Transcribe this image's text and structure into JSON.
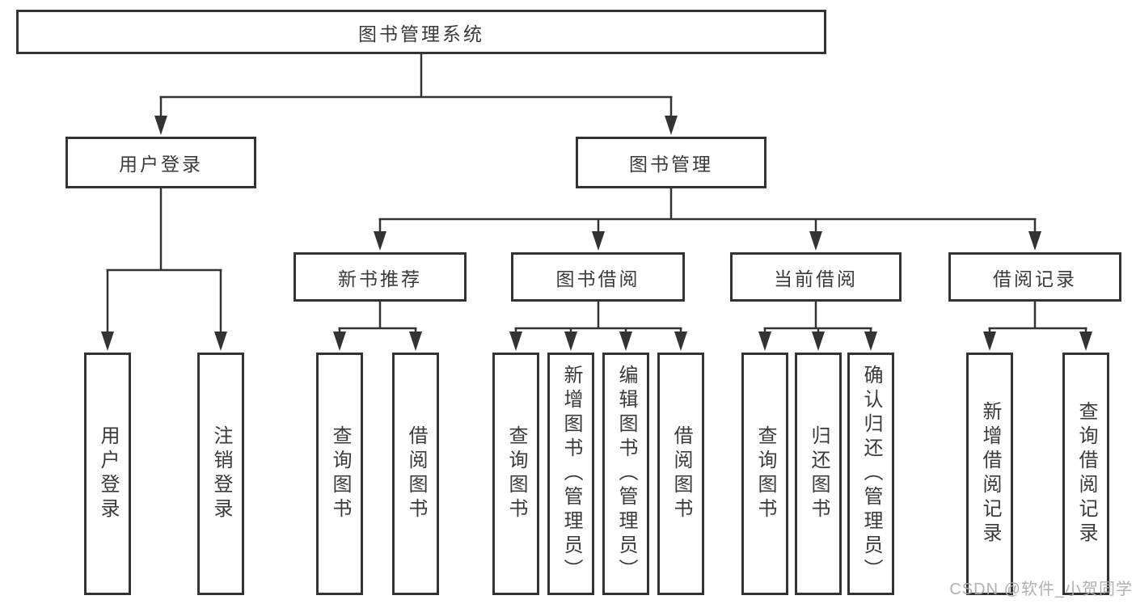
{
  "colors": {
    "line": "#333333",
    "box_border": "#333333",
    "box_fill": "#ffffff",
    "text": "#3a3a3a",
    "watermark": "#acacac",
    "background": "#ffffff"
  },
  "watermark": {
    "text": "CSDN @软件_小贺同学"
  },
  "nodes": {
    "root": "图书管理系统",
    "level2": [
      "用户登录",
      "图书管理"
    ],
    "level3": [
      "新书推荐",
      "图书借阅",
      "当前借阅",
      "借阅记录"
    ],
    "leaves_login": [
      "用户登录",
      "注销登录"
    ],
    "leaves_recommend": [
      "查询图书",
      "借阅图书"
    ],
    "leaves_borrow": [
      "查询图书",
      "新增图书（管理员）",
      "编辑图书（管理员）",
      "借阅图书"
    ],
    "leaves_current": [
      "查询图书",
      "归还图书",
      "确认归还（管理员）"
    ],
    "leaves_records": [
      "新增借阅记录",
      "查询借阅记录"
    ]
  },
  "hierarchy": {
    "图书管理系统": {
      "用户登录": [
        "用户登录",
        "注销登录"
      ],
      "图书管理": {
        "新书推荐": [
          "查询图书",
          "借阅图书"
        ],
        "图书借阅": [
          "查询图书",
          "新增图书（管理员）",
          "编辑图书（管理员）",
          "借阅图书"
        ],
        "当前借阅": [
          "查询图书",
          "归还图书",
          "确认归还（管理员）"
        ],
        "借阅记录": [
          "新增借阅记录",
          "查询借阅记录"
        ]
      }
    }
  }
}
